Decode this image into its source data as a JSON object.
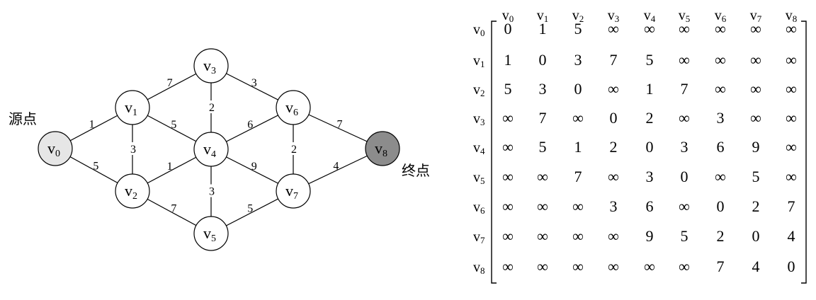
{
  "graph": {
    "source_label": "源点",
    "target_label": "终点",
    "nodes": [
      {
        "id": "v0",
        "name": "v",
        "sub": "0",
        "fill": "#e6e6e6"
      },
      {
        "id": "v1",
        "name": "v",
        "sub": "1",
        "fill": "#ffffff"
      },
      {
        "id": "v2",
        "name": "v",
        "sub": "2",
        "fill": "#ffffff"
      },
      {
        "id": "v3",
        "name": "v",
        "sub": "3",
        "fill": "#ffffff"
      },
      {
        "id": "v4",
        "name": "v",
        "sub": "4",
        "fill": "#ffffff"
      },
      {
        "id": "v5",
        "name": "v",
        "sub": "5",
        "fill": "#ffffff"
      },
      {
        "id": "v6",
        "name": "v",
        "sub": "6",
        "fill": "#ffffff"
      },
      {
        "id": "v7",
        "name": "v",
        "sub": "7",
        "fill": "#ffffff"
      },
      {
        "id": "v8",
        "name": "v",
        "sub": "8",
        "fill": "#8c8c8c"
      }
    ],
    "edges": [
      {
        "from": "v0",
        "to": "v1",
        "weight": "1"
      },
      {
        "from": "v0",
        "to": "v2",
        "weight": "5"
      },
      {
        "from": "v1",
        "to": "v3",
        "weight": "7"
      },
      {
        "from": "v1",
        "to": "v2",
        "weight": "3"
      },
      {
        "from": "v1",
        "to": "v4",
        "weight": "5"
      },
      {
        "from": "v2",
        "to": "v4",
        "weight": "1"
      },
      {
        "from": "v2",
        "to": "v5",
        "weight": "7"
      },
      {
        "from": "v3",
        "to": "v4",
        "weight": "2"
      },
      {
        "from": "v3",
        "to": "v6",
        "weight": "3"
      },
      {
        "from": "v4",
        "to": "v6",
        "weight": "6"
      },
      {
        "from": "v4",
        "to": "v5",
        "weight": "3"
      },
      {
        "from": "v4",
        "to": "v7",
        "weight": "9"
      },
      {
        "from": "v5",
        "to": "v7",
        "weight": "5"
      },
      {
        "from": "v6",
        "to": "v7",
        "weight": "2"
      },
      {
        "from": "v6",
        "to": "v8",
        "weight": "7"
      },
      {
        "from": "v7",
        "to": "v8",
        "weight": "4"
      }
    ]
  },
  "matrix": {
    "headers": [
      "v0",
      "v1",
      "v2",
      "v3",
      "v4",
      "v5",
      "v6",
      "v7",
      "v8"
    ],
    "rows": [
      [
        "0",
        "1",
        "5",
        "∞",
        "∞",
        "∞",
        "∞",
        "∞",
        "∞"
      ],
      [
        "1",
        "0",
        "3",
        "7",
        "5",
        "∞",
        "∞",
        "∞",
        "∞"
      ],
      [
        "5",
        "3",
        "0",
        "∞",
        "1",
        "7",
        "∞",
        "∞",
        "∞"
      ],
      [
        "∞",
        "7",
        "∞",
        "0",
        "2",
        "∞",
        "3",
        "∞",
        "∞"
      ],
      [
        "∞",
        "5",
        "1",
        "2",
        "0",
        "3",
        "6",
        "9",
        "∞"
      ],
      [
        "∞",
        "∞",
        "7",
        "∞",
        "3",
        "0",
        "∞",
        "5",
        "∞"
      ],
      [
        "∞",
        "∞",
        "∞",
        "3",
        "6",
        "∞",
        "0",
        "2",
        "7"
      ],
      [
        "∞",
        "∞",
        "∞",
        "∞",
        "9",
        "5",
        "2",
        "0",
        "4"
      ],
      [
        "∞",
        "∞",
        "∞",
        "∞",
        "∞",
        "∞",
        "7",
        "4",
        "0"
      ]
    ]
  }
}
